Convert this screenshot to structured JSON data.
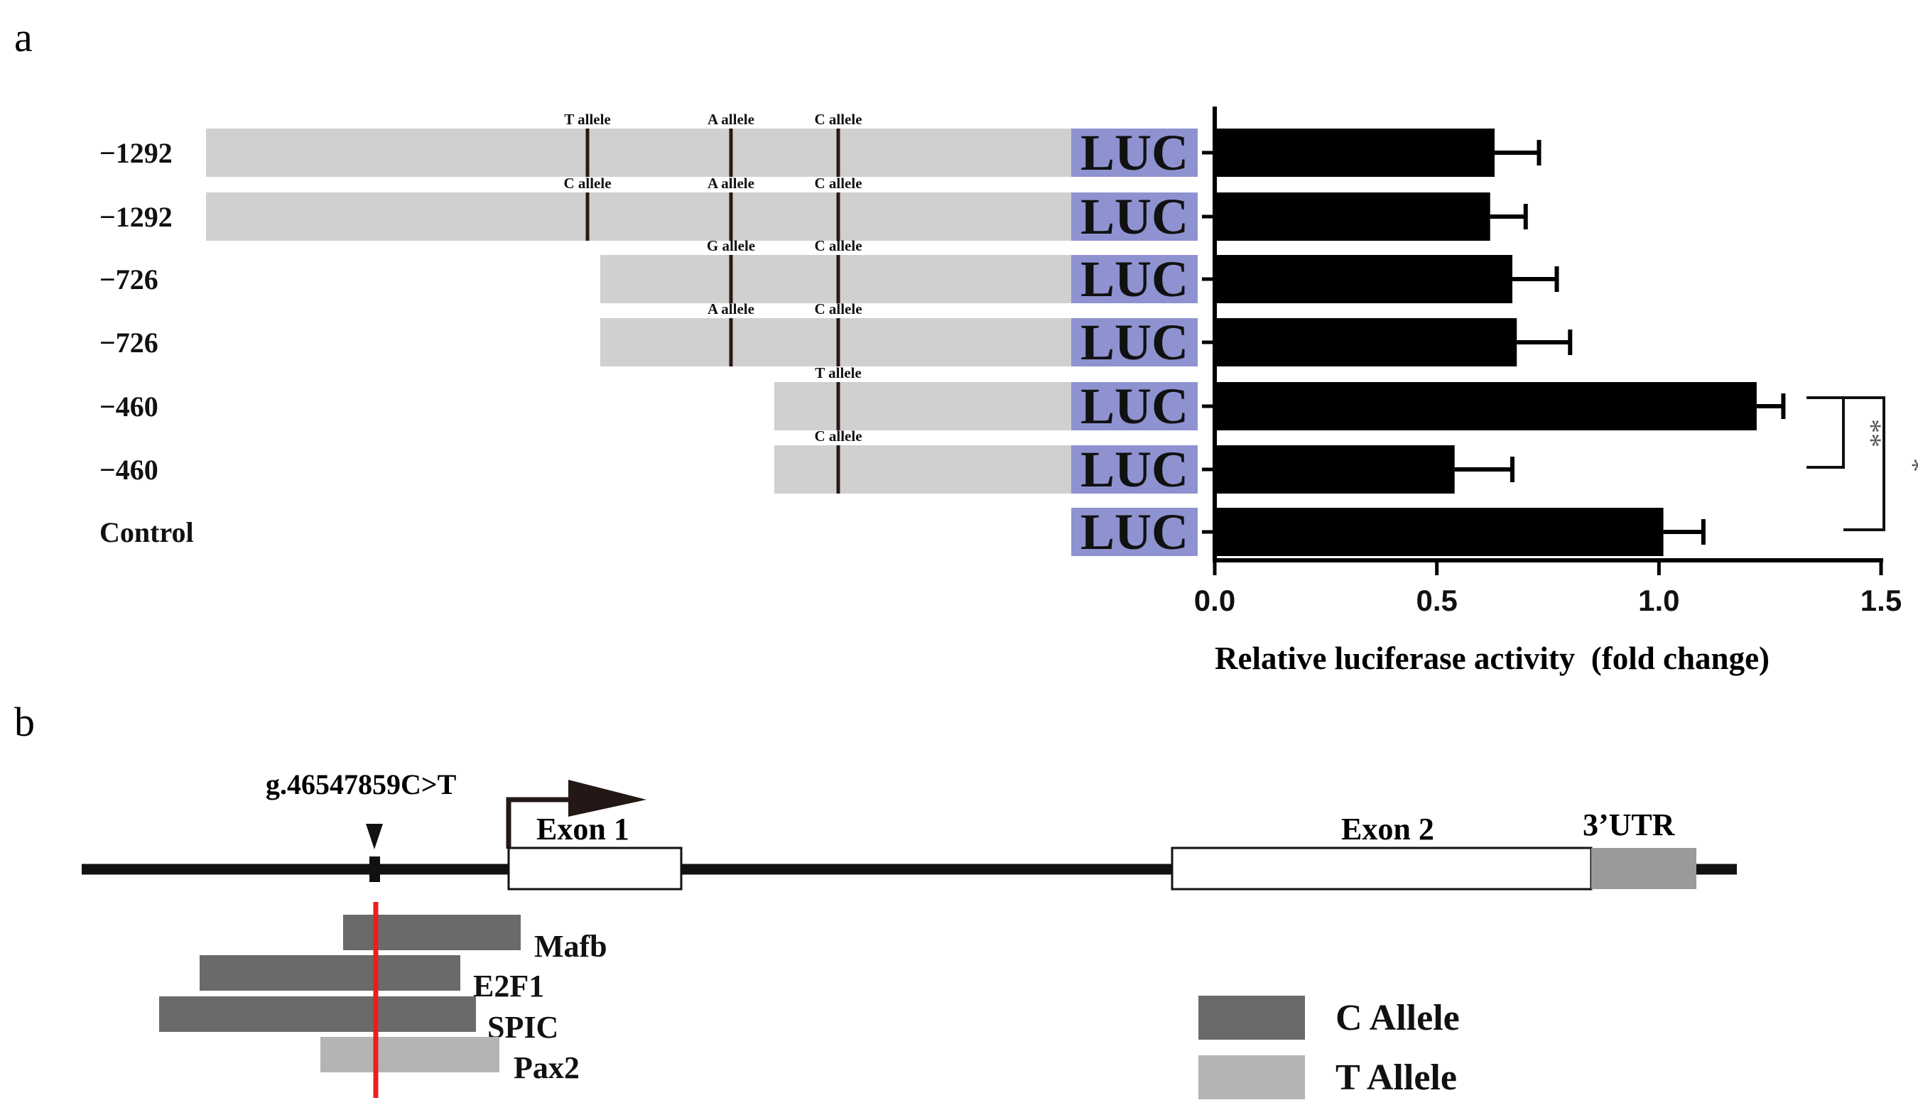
{
  "panel_a": {
    "label": "a",
    "construct_tag": "LUC",
    "row_labels": [
      "−1292",
      "−1292",
      "−726",
      "−726",
      "−460",
      "−460",
      "Control"
    ],
    "constructs": [
      {
        "start": -1292,
        "alleles": [
          {
            "pos": 1,
            "label": "T allele"
          },
          {
            "pos": 2,
            "label": "A allele"
          },
          {
            "pos": 3,
            "label": "C allele"
          }
        ]
      },
      {
        "start": -1292,
        "alleles": [
          {
            "pos": 1,
            "label": "C allele"
          },
          {
            "pos": 2,
            "label": "A allele"
          },
          {
            "pos": 3,
            "label": "C allele"
          }
        ]
      },
      {
        "start": -726,
        "alleles": [
          {
            "pos": 2,
            "label": "G allele"
          },
          {
            "pos": 3,
            "label": "C allele"
          }
        ]
      },
      {
        "start": -726,
        "alleles": [
          {
            "pos": 2,
            "label": "A allele"
          },
          {
            "pos": 3,
            "label": "C allele"
          }
        ]
      },
      {
        "start": -460,
        "alleles": [
          {
            "pos": 3,
            "label": "T allele"
          }
        ]
      },
      {
        "start": -460,
        "alleles": [
          {
            "pos": 3,
            "label": "C allele"
          }
        ]
      },
      {
        "start": null,
        "alleles": []
      }
    ],
    "significance": [
      {
        "rows": [
          4,
          5
        ],
        "label": "**"
      },
      {
        "rows": [
          4,
          6
        ],
        "label": "*"
      }
    ]
  },
  "chart_data": {
    "type": "bar",
    "orientation": "horizontal",
    "categories": [
      "−1292",
      "−1292",
      "−726",
      "−726",
      "−460",
      "−460",
      "Control"
    ],
    "values": [
      0.63,
      0.62,
      0.67,
      0.68,
      1.22,
      0.54,
      1.01
    ],
    "errors": [
      0.1,
      0.08,
      0.1,
      0.12,
      0.06,
      0.13,
      0.09
    ],
    "xlabel": "Relative luciferase activity  (fold change)",
    "xlim": [
      0,
      1.5
    ],
    "xticks": [
      "0.0",
      "0.5",
      "1.0",
      "1.5"
    ],
    "tick_values": [
      0,
      0.5,
      1.0,
      1.5
    ],
    "bar_color": "#000000",
    "grid": false
  },
  "panel_b": {
    "label": "b",
    "snp_label": "g.46547859C>T",
    "exon1": "Exon 1",
    "exon2": "Exon 2",
    "utr": "3’UTR",
    "tf_sites": [
      {
        "name": "Mafb",
        "allele": "C"
      },
      {
        "name": "E2F1",
        "allele": "C"
      },
      {
        "name": "SPIC",
        "allele": "C"
      },
      {
        "name": "Pax2",
        "allele": "T"
      }
    ],
    "legend": [
      {
        "label": "C Allele",
        "color": "#6a6a6a"
      },
      {
        "label": "T Allele",
        "color": "#b4b4b4"
      }
    ],
    "colors": {
      "snp_marker": "#e8201c",
      "luc_box": "#8f92d0",
      "promoter": "#d0d0d0",
      "utr": "#9a9a9a"
    }
  }
}
